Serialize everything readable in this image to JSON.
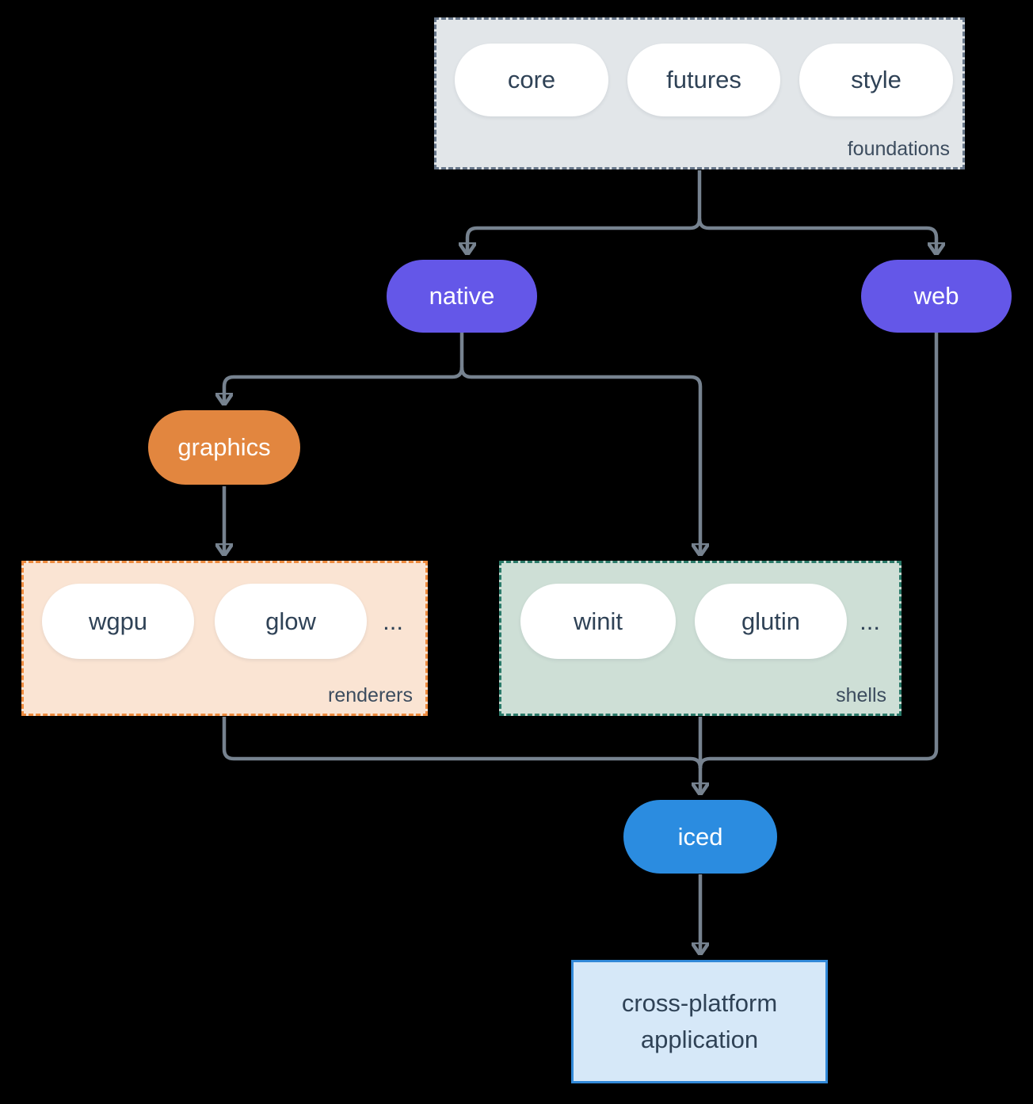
{
  "diagram": {
    "foundations": {
      "label": "foundations",
      "pills": [
        "core",
        "futures",
        "style"
      ]
    },
    "native": {
      "label": "native"
    },
    "web": {
      "label": "web"
    },
    "graphics": {
      "label": "graphics"
    },
    "renderers": {
      "label": "renderers",
      "pills": [
        "wgpu",
        "glow"
      ],
      "ellipsis": "..."
    },
    "shells": {
      "label": "shells",
      "pills": [
        "winit",
        "glutin"
      ],
      "ellipsis": "..."
    },
    "iced": {
      "label": "iced"
    },
    "application": {
      "line1": "cross-platform",
      "line2": "application"
    }
  },
  "colors": {
    "background": "#000000",
    "connector": "#76828f",
    "foundations_fill": "#e2e6e9",
    "foundations_border": "#68778a",
    "renderers_fill": "#fae4d3",
    "renderers_border": "#ee8b3e",
    "shells_fill": "#cedfd6",
    "shells_border": "#2a7a69",
    "native_web_fill": "#6457e8",
    "graphics_fill": "#e2863f",
    "iced_fill": "#2b8ce0",
    "application_fill": "#d6e8f8",
    "application_border": "#3289d8",
    "pill_fill": "#ffffff",
    "dark_text": "#2f4256"
  }
}
